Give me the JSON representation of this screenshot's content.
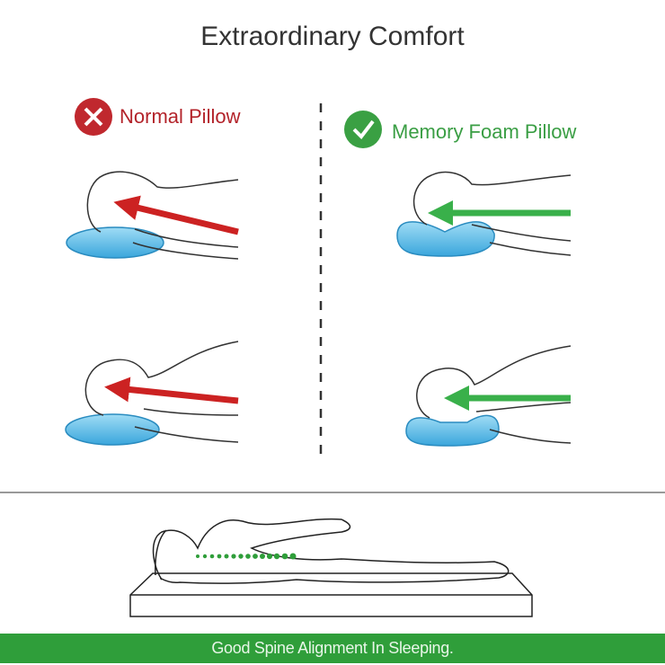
{
  "title": "Extraordinary Comfort",
  "left_panel": {
    "label": "Normal Pillow",
    "icon": "x-circle-icon",
    "color": "#b3232a"
  },
  "right_panel": {
    "label": "Memory Foam Pillow",
    "icon": "check-circle-icon",
    "color": "#3a9e44"
  },
  "footer": {
    "text": "Good Spine Alignment In Sleeping.",
    "color": "#2f9e3a"
  },
  "colors": {
    "pillow": "#5bbbe6",
    "bad_arrow": "#cc2222",
    "good_arrow": "#39b04a",
    "spine_dots": "#2f9e3a"
  }
}
